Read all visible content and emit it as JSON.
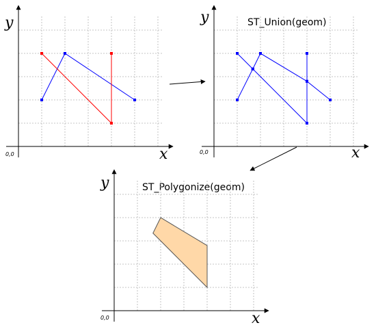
{
  "panels": [
    {
      "id": "input",
      "title": "",
      "axis_x_label": "x",
      "axis_y_label": "y",
      "origin_label": "0,0",
      "lines": [
        {
          "color": "#0000ff",
          "points": [
            [
              1,
              2
            ],
            [
              2,
              4
            ],
            [
              5,
              2
            ]
          ]
        },
        {
          "color": "#ff0000",
          "points": [
            [
              1,
              4
            ],
            [
              4,
              1
            ],
            [
              4,
              4
            ]
          ]
        }
      ]
    },
    {
      "id": "union",
      "title": "ST_Union(geom)",
      "axis_x_label": "x",
      "axis_y_label": "y",
      "origin_label": "0,0",
      "lines": [
        {
          "color": "#0000ff",
          "points": [
            [
              1,
              2
            ],
            [
              1.67,
              3.33
            ],
            [
              2,
              4
            ],
            [
              4,
              2.8
            ],
            [
              5,
              2
            ]
          ]
        },
        {
          "color": "#0000ff",
          "points": [
            [
              1,
              4
            ],
            [
              1.67,
              3.33
            ],
            [
              4,
              1
            ],
            [
              4,
              2.8
            ],
            [
              4,
              4
            ]
          ]
        }
      ]
    },
    {
      "id": "polygonize",
      "title": "ST_Polygonize(geom)",
      "axis_x_label": "x",
      "axis_y_label": "y",
      "origin_label": "0,0",
      "polygon": {
        "fill": "#ffd8a8",
        "stroke": "#555555",
        "points": [
          [
            1.67,
            3.33
          ],
          [
            2,
            4
          ],
          [
            4,
            2.8
          ],
          [
            4,
            1
          ]
        ]
      }
    }
  ],
  "arrows": [
    {
      "from": "input",
      "to": "union"
    },
    {
      "from": "union",
      "to": "polygonize"
    }
  ]
}
